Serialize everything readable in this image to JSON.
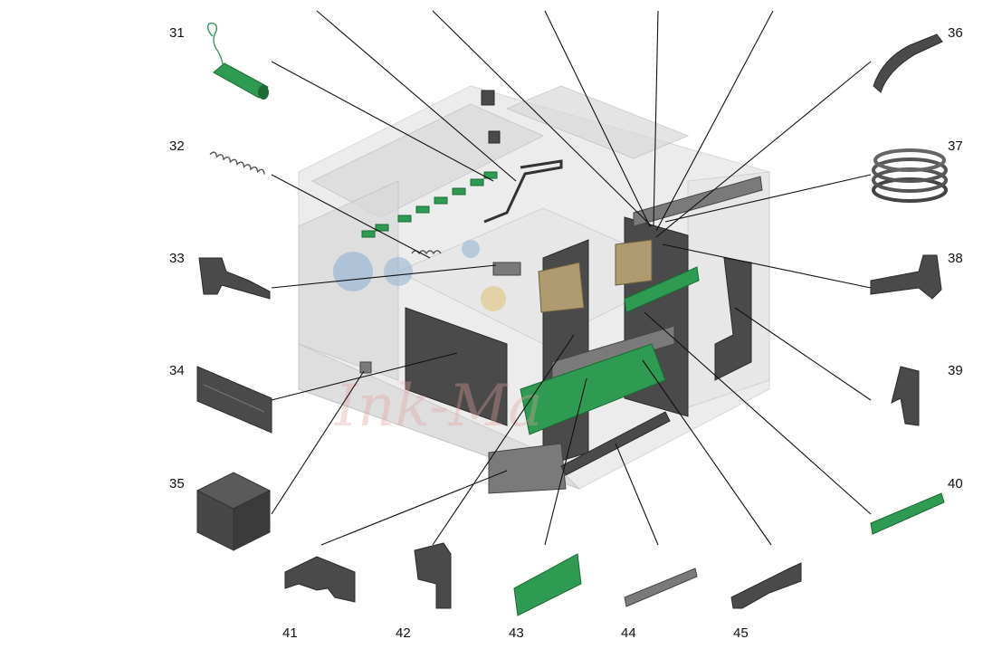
{
  "diagram": {
    "callouts": [
      "31",
      "32",
      "33",
      "34",
      "35",
      "36",
      "37",
      "38",
      "39",
      "40",
      "41",
      "42",
      "43",
      "44",
      "45"
    ],
    "watermark": "Ink-Ma",
    "colors": {
      "part_dark": "#4a4a4a",
      "part_green": "#2f9a52",
      "frame_ghost": "#e6e6e6",
      "watermark": "#e8a0a0"
    }
  }
}
